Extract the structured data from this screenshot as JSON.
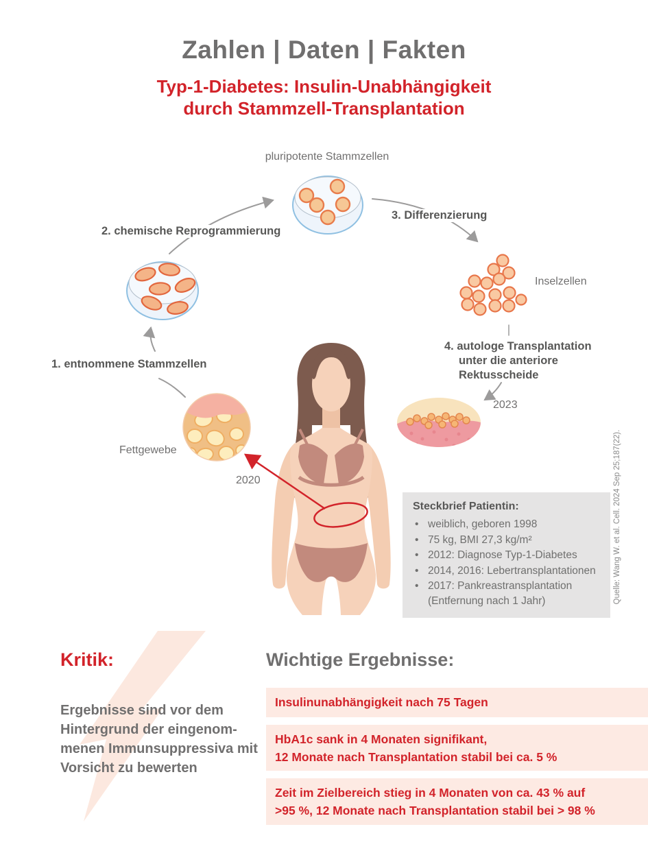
{
  "header": {
    "title": "Zahlen | Daten | Fakten",
    "subtitle": "Typ-1-Diabetes: Insulin-Unabhängigkeit\ndurch Stammzell-Transplantation"
  },
  "diagram": {
    "labels": {
      "pluripotent": "pluripotente Stammzellen",
      "step2": "2. chemische Reprogrammierung",
      "step3": "3. Differenzierung",
      "islet": "Inselzellen",
      "step4": "4. autologe Transplantation\nunter die anteriore\nRektusscheide",
      "year_transplant": "2023",
      "step1": "1. entnommene Stammzellen",
      "fat": "Fettgewebe",
      "year_extraction": "2020"
    },
    "patient_box": {
      "title": "Steckbrief Patientin:",
      "items": [
        "weiblich, geboren 1998",
        "75 kg, BMI 27,3 kg/m²",
        "2012: Diagnose Typ-1-Diabetes",
        "2014, 2016: Lebertransplantationen",
        "2017: Pankreastransplantation\n(Entfernung nach 1 Jahr)"
      ]
    },
    "source": "Quelle: Wang W. et al. Cell. 2024 Sep 25;187(22)."
  },
  "critique": {
    "heading": "Kritik:",
    "text": "Ergebnisse sind vor dem\nHintergrund der eingenom-\nmenen Immunsuppressiva mit\nVorsicht zu bewerten"
  },
  "results": {
    "heading": "Wichtige Ergebnisse:",
    "items": [
      "Insulinunabhängigkeit nach 75 Tagen",
      "HbA1c sank in 4 Monaten signifikant,\n12 Monate nach Transplantation stabil bei ca. 5 %",
      "Zeit im Zielbereich stieg in 4 Monaten von ca. 43 % auf\n>95 %, 12 Monate nach Transplantation stabil bei > 98 %"
    ]
  },
  "colors": {
    "accent_red": "#d2232a",
    "heading_gray": "#706f6f",
    "label_dark_gray": "#575756",
    "result_box_bg": "#fdeae3",
    "patient_box_bg": "#e5e4e4",
    "arrow_gray": "#9c9b9b"
  }
}
